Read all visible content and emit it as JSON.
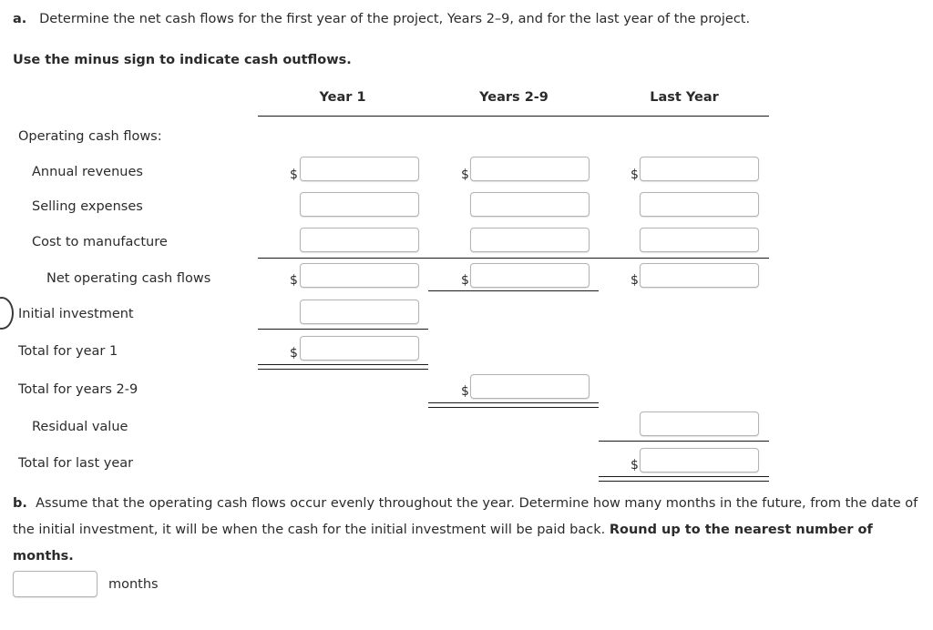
{
  "prompt_a": {
    "label": "a.",
    "text": "Determine the net cash flows for the first year of the project, Years 2–9, and for the last year of the project."
  },
  "prompt_minus": {
    "text": "Use the minus sign to indicate cash outflows."
  },
  "table": {
    "columns": [
      {
        "id": "year1",
        "label": "Year 1"
      },
      {
        "id": "years29",
        "label": "Years 2-9"
      },
      {
        "id": "lastyear",
        "label": "Last Year"
      }
    ],
    "rows": [
      {
        "id": "operating-cash-flows",
        "label": "Operating cash flows:",
        "indent": 0,
        "inputs": []
      },
      {
        "id": "annual-revenues",
        "label": "Annual revenues",
        "indent": 1,
        "inputs": [
          "year1",
          "years29",
          "lastyear"
        ],
        "dollar": [
          "year1",
          "years29",
          "lastyear"
        ]
      },
      {
        "id": "selling-expenses",
        "label": "Selling expenses",
        "indent": 1,
        "inputs": [
          "year1",
          "years29",
          "lastyear"
        ],
        "dollar": []
      },
      {
        "id": "cost-to-manufacture",
        "label": "Cost to manufacture",
        "indent": 1,
        "inputs": [
          "year1",
          "years29",
          "lastyear"
        ],
        "dollar": []
      },
      {
        "id": "net-operating-cash-flows",
        "label": "Net operating cash flows",
        "indent": 2,
        "inputs": [
          "year1",
          "years29",
          "lastyear"
        ],
        "dollar": [
          "year1",
          "years29",
          "lastyear"
        ]
      },
      {
        "id": "initial-investment",
        "label": "Initial investment",
        "indent": 0,
        "inputs": [
          "year1"
        ],
        "dollar": []
      },
      {
        "id": "total-for-year-1",
        "label": "Total for year 1",
        "indent": 0,
        "inputs": [
          "year1"
        ],
        "dollar": [
          "year1"
        ]
      },
      {
        "id": "total-for-years-2-9",
        "label": "Total for years 2-9",
        "indent": 0,
        "inputs": [
          "years29"
        ],
        "dollar": [
          "years29"
        ]
      },
      {
        "id": "residual-value",
        "label": "Residual value",
        "indent": 1,
        "inputs": [
          "lastyear"
        ],
        "dollar": []
      },
      {
        "id": "total-for-last-year",
        "label": "Total for last year",
        "indent": 0,
        "inputs": [
          "lastyear"
        ],
        "dollar": [
          "lastyear"
        ]
      }
    ],
    "currency_symbol": "$",
    "input_value": ""
  },
  "prompt_b": {
    "label": "b.",
    "text_part1": "Assume that the operating cash flows occur evenly throughout the year. Determine how many months in the future, from the date of the initial investment, it will be when the cash for the initial investment will be paid back.",
    "text_bold": "Round up to the nearest number of months."
  },
  "answer_b": {
    "value": "",
    "unit_label": "months"
  },
  "colors": {
    "text": "#2b2b2b",
    "rule": "#1a1a1a",
    "input_border": "#b4b4b4",
    "background": "#ffffff"
  }
}
